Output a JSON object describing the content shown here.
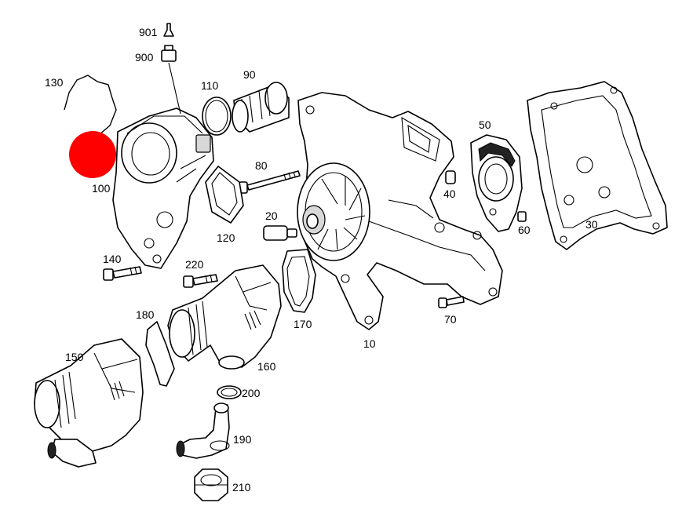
{
  "labels": {
    "l901": "901",
    "l900": "900",
    "l130": "130",
    "l110": "110",
    "l90": "90",
    "l100": "100",
    "l80": "80",
    "l50": "50",
    "l40": "40",
    "l20": "20",
    "l120": "120",
    "l60": "60",
    "l30": "30",
    "l140": "140",
    "l220": "220",
    "l180": "180",
    "l170": "170",
    "l70": "70",
    "l10": "10",
    "l150": "150",
    "l160": "160",
    "l200": "200",
    "l190": "190",
    "l210": "210"
  },
  "highlight": {
    "color": "#ff0000",
    "part": "130"
  }
}
